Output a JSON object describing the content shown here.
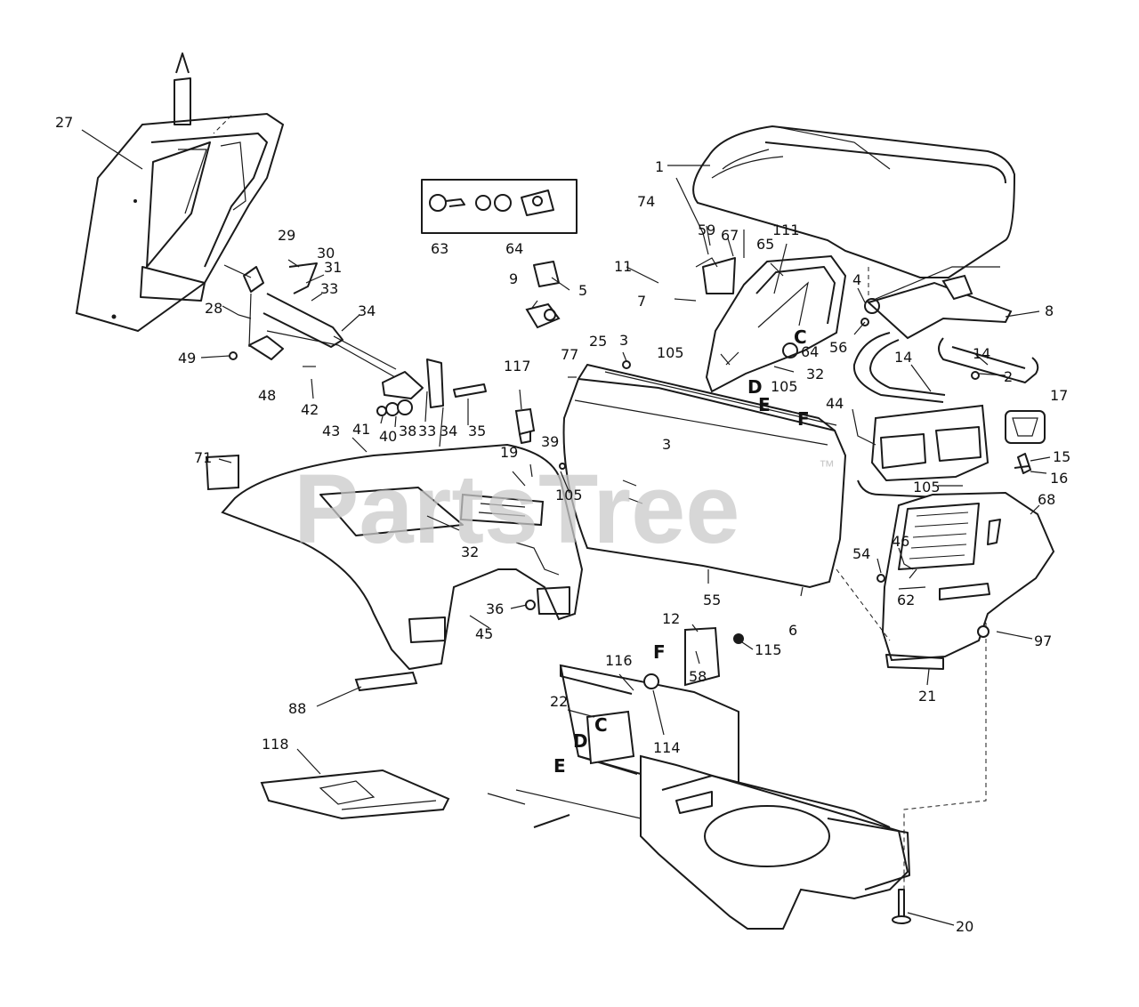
{
  "watermark": {
    "text": "PartsTree",
    "mark": "™"
  },
  "callouts": [
    "1",
    "2",
    "3",
    "3",
    "4",
    "5",
    "6",
    "7",
    "8",
    "9",
    "11",
    "12",
    "14",
    "14",
    "15",
    "16",
    "17",
    "19",
    "20",
    "21",
    "22",
    "25",
    "27",
    "28",
    "29",
    "30",
    "31",
    "32",
    "32",
    "33",
    "33",
    "34",
    "34",
    "35",
    "36",
    "38",
    "39",
    "40",
    "41",
    "42",
    "43",
    "44",
    "45",
    "46",
    "48",
    "49",
    "54",
    "55",
    "56",
    "58",
    "59",
    "62",
    "63",
    "64",
    "64",
    "65",
    "67",
    "68",
    "71",
    "74",
    "77",
    "88",
    "97",
    "105",
    "105",
    "105",
    "105",
    "111",
    "114",
    "115",
    "116",
    "117",
    "118"
  ],
  "letters": [
    "C",
    "D",
    "E",
    "F",
    "C",
    "D",
    "E",
    "F"
  ],
  "icons": [
    "ignition-switch-icon",
    "key-icon",
    "headlight-icon",
    "light-bulb-icon"
  ]
}
